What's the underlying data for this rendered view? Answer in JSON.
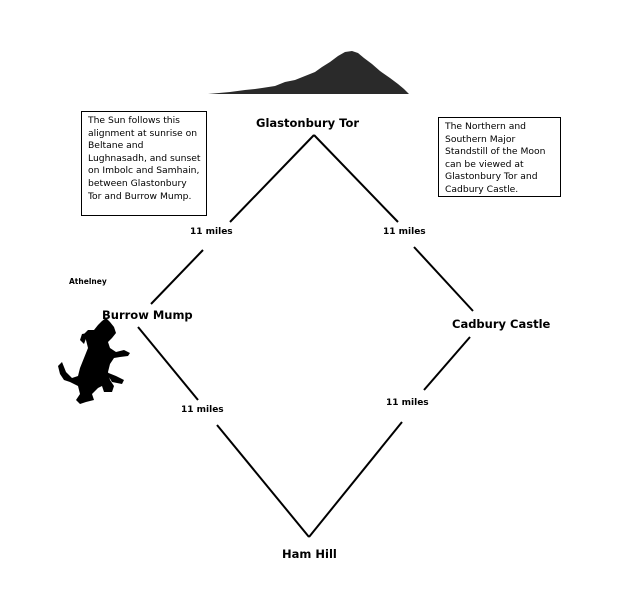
{
  "diagram": {
    "places": {
      "top": "Glastonbury Tor",
      "left": "Burrow Mump",
      "right": "Cadbury Castle",
      "bottom": "Ham Hill",
      "extra": "Athelney"
    },
    "distances": {
      "top_left": "11 miles",
      "top_right": "11 miles",
      "bottom_left": "11 miles",
      "bottom_right": "11 miles"
    },
    "notes": {
      "left": "The Sun follows this alignment at sunrise on Beltane and Lughnasadh, and sunset on Imbolc and Samhain, between Glastonbury Tor and Burrow Mump.",
      "right": "The Northern and Southern Major Standstill of the Moon can be viewed at Glastonbury Tor and Cadbury Castle."
    },
    "icons": {
      "hill": "hill-silhouette-icon",
      "hare": "leaping-animal-silhouette-icon"
    },
    "colors": {
      "line": "#000000",
      "hill": "#2a2a2a",
      "background": "#ffffff"
    }
  }
}
